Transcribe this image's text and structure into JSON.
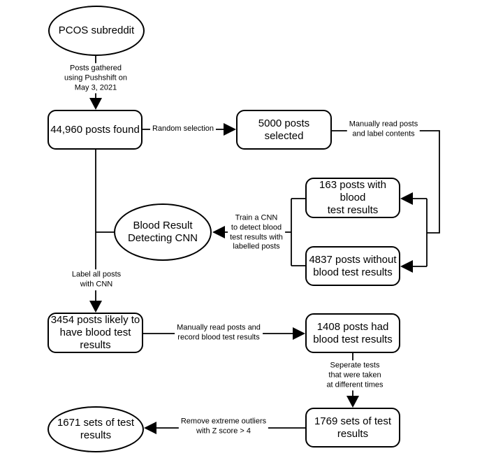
{
  "title": "PCOS subreddit blood-test data collection flowchart",
  "colors": {
    "stroke": "#000000",
    "fill": "#ffffff",
    "text": "#000000"
  },
  "nodes": {
    "pcos": {
      "label": "PCOS subreddit",
      "shape": "ellipse"
    },
    "found": {
      "label": "44,960 posts found",
      "shape": "rounded-rect"
    },
    "selected": {
      "label": "5000 posts selected",
      "shape": "rounded-rect"
    },
    "with_blood": {
      "label": "163 posts with blood\ntest results",
      "shape": "rounded-rect"
    },
    "without_blood": {
      "label": "4837 posts without\nblood test results",
      "shape": "rounded-rect"
    },
    "cnn": {
      "label": "Blood Result\nDetecting CNN",
      "shape": "ellipse"
    },
    "likely": {
      "label": "3454 posts likely to\nhave blood test\nresults",
      "shape": "rounded-rect"
    },
    "had": {
      "label": "1408 posts had\nblood test results",
      "shape": "rounded-rect"
    },
    "sets_1769": {
      "label": "1769 sets of test\nresults",
      "shape": "rounded-rect"
    },
    "sets_1671": {
      "label": "1671 sets of test\nresults",
      "shape": "ellipse"
    }
  },
  "edges": {
    "gathered": {
      "label": "Posts gathered\nusing Pushshift on\nMay 3, 2021"
    },
    "random": {
      "label": "Random selection"
    },
    "manual_label": {
      "label": "Manually read posts\nand label contents"
    },
    "train": {
      "label": "Train a CNN\nto detect blood\ntest results with\nlabelled posts"
    },
    "label_all": {
      "label": "Label all posts\nwith CNN"
    },
    "manual_record": {
      "label": "Manually read posts and\nrecord blood test results"
    },
    "separate": {
      "label": "Seperate tests\nthat were taken\nat different times"
    },
    "outliers": {
      "label": "Remove extreme outliers\nwith Z score > 4"
    }
  }
}
